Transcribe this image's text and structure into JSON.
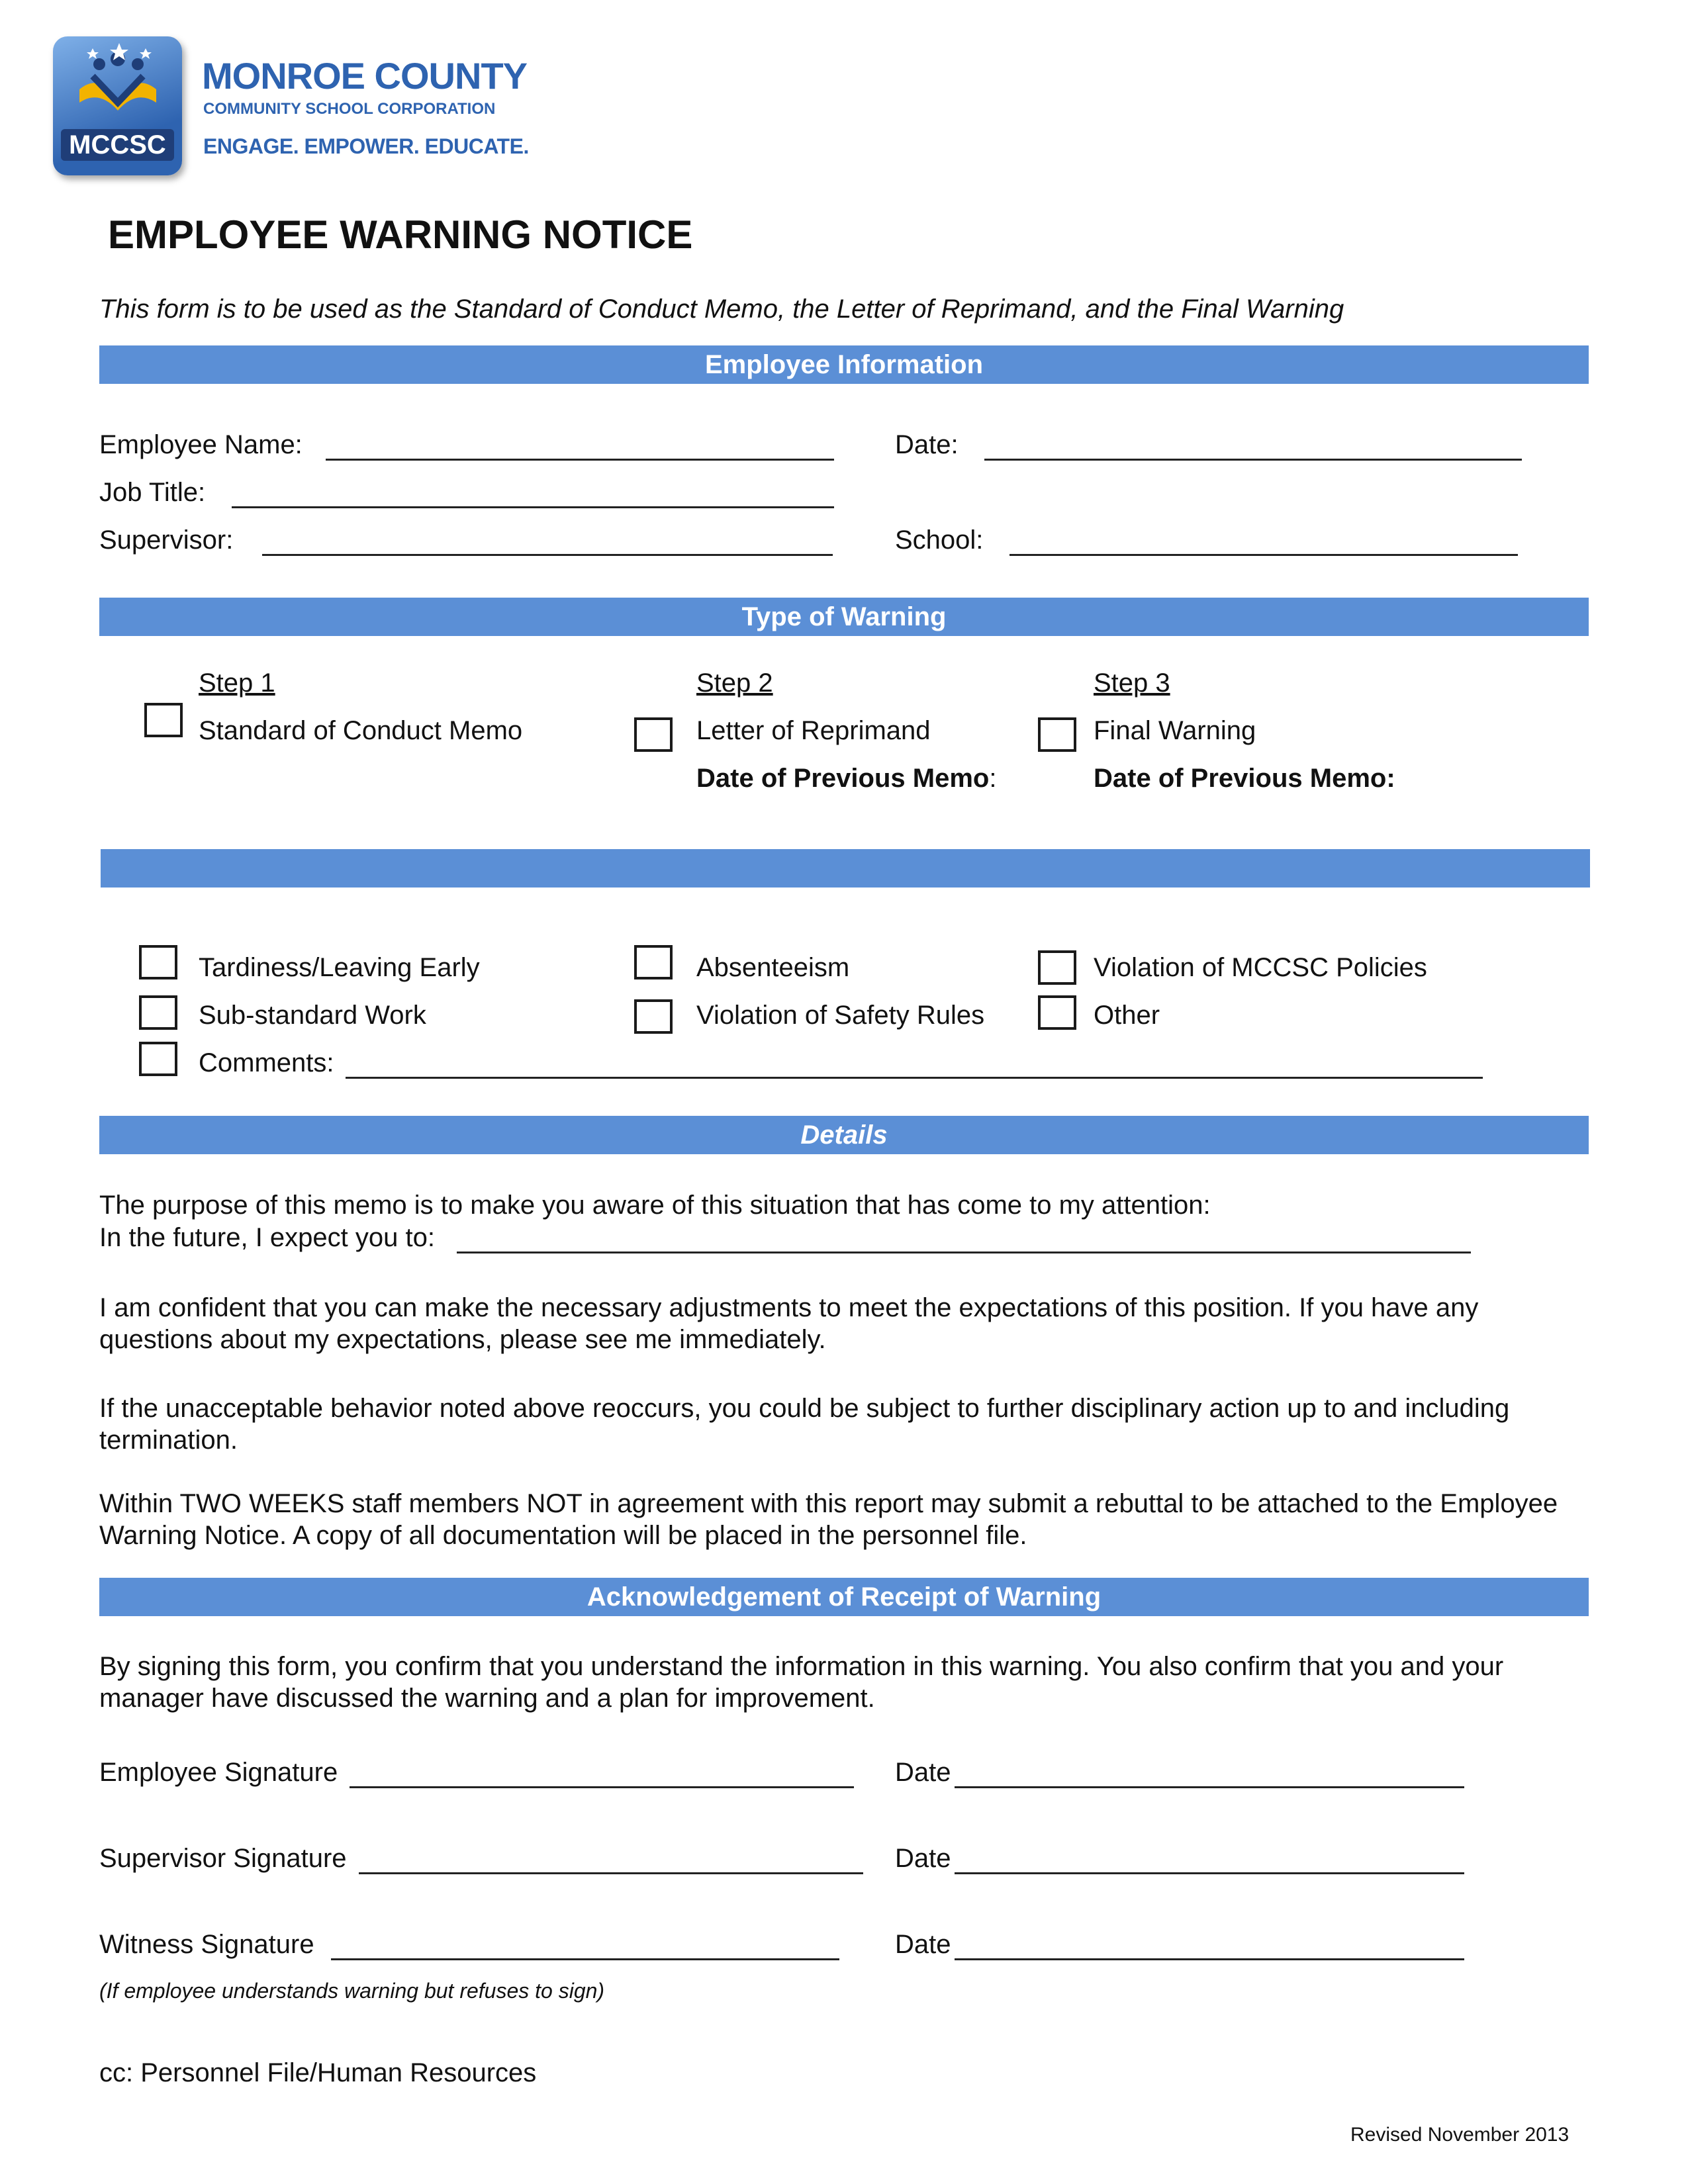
{
  "logo": {
    "abbr": "MCCSC",
    "name_line1": "MONROE COUNTY",
    "name_line2": "COMMUNITY SCHOOL CORPORATION",
    "tagline": "ENGAGE. EMPOWER. EDUCATE."
  },
  "title": "EMPLOYEE WARNING NOTICE",
  "subtitle": "This form is to be used as the Standard of Conduct Memo, the Letter of Reprimand, and the Final Warning",
  "sections": {
    "employee_info": "Employee Information",
    "type_of_warning": "Type of Warning",
    "details": "Details",
    "acknowledgement": "Acknowledgement of Receipt of Warning"
  },
  "employee_info": {
    "name_label": "Employee Name:",
    "date_label": "Date:",
    "job_title_label": "Job Title:",
    "supervisor_label": "Supervisor:",
    "school_label": "School:"
  },
  "steps": [
    {
      "step": "Step 1",
      "label": "Standard of Conduct Memo"
    },
    {
      "step": "Step 2",
      "label": "Letter of Reprimand",
      "prev": "Date of Previous Memo",
      "prev_colon": ":"
    },
    {
      "step": "Step 3",
      "label": "Final Warning",
      "prev": "Date of Previous Memo:"
    }
  ],
  "reasons": {
    "tardiness": "Tardiness/Leaving Early",
    "absenteeism": "Absenteeism",
    "policy_violation": "Violation of MCCSC Policies",
    "substandard": "Sub-standard Work",
    "safety": "Violation of Safety Rules",
    "other": "Other",
    "comments": "Comments:"
  },
  "details": {
    "purpose": "The purpose of this memo is to make you aware of this situation that has come to my attention:",
    "expect": "In the future, I expect you to:",
    "confident": "I am confident that you can make the necessary adjustments to meet the expectations of this position.  If you have any questions about my expectations, please see me immediately.",
    "reoccurs": "If the unacceptable behavior noted above reoccurs, you could be subject to further disciplinary action up to and including termination.",
    "rebuttal": "Within TWO WEEKS staff members NOT in agreement with this report may submit a rebuttal to be attached to the Employee Warning Notice.  A copy of all documentation will be placed in the personnel file."
  },
  "acknowledgement": {
    "text": "By signing this form, you confirm that you understand the information in this warning.  You also confirm that you and your manager have discussed the warning and a plan for improvement.",
    "employee_sig": "Employee Signature",
    "supervisor_sig": "Supervisor Signature",
    "witness_sig": "Witness Signature",
    "date": "Date",
    "refuse_note": "(If employee understands warning but refuses to sign)"
  },
  "cc": "cc:  Personnel File/Human Resources",
  "revised": "Revised November 2013",
  "colors": {
    "bar": "#5b8fd6",
    "logo_blue": "#2e63b0",
    "logo_gold": "#f2b300"
  }
}
